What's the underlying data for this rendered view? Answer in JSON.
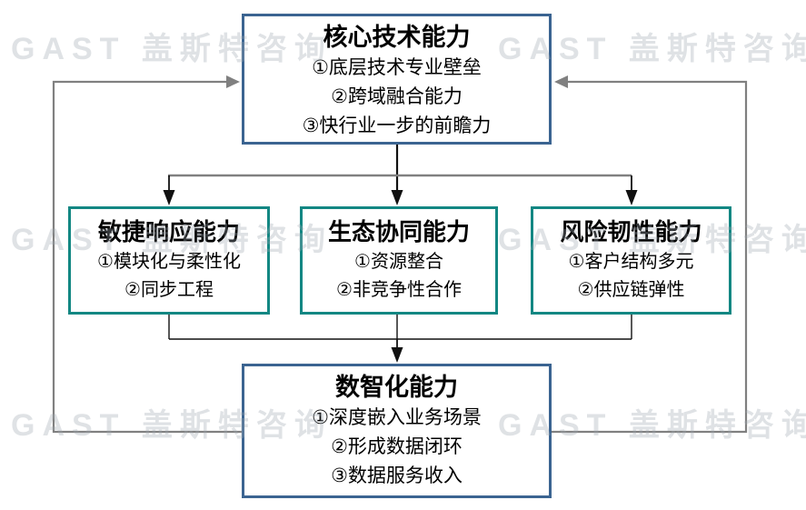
{
  "watermark": {
    "text": "GAST 盖斯特咨询"
  },
  "colors": {
    "box_blue_border": "#3B6491",
    "box_teal_border": "#138783",
    "connector_gray": "#808080",
    "connector_black": "#111111"
  },
  "boxes": {
    "core_tech": {
      "title": "核心技术能力",
      "items": [
        "①底层技术专业壁垒",
        "②跨域融合能力",
        "③快行业一步的前瞻力"
      ]
    },
    "agile_response": {
      "title": "敏捷响应能力",
      "items": [
        "①模块化与柔性化",
        "②同步工程"
      ]
    },
    "eco_synergy": {
      "title": "生态协同能力",
      "items": [
        "①资源整合",
        "②非竞争性合作"
      ]
    },
    "risk_resilience": {
      "title": "风险韧性能力",
      "items": [
        "①客户结构多元",
        "②供应链弹性"
      ]
    },
    "digital_intelligence": {
      "title": "数智化能力",
      "items": [
        "①深度嵌入业务场景",
        "②形成数据闭环",
        "③数据服务收入"
      ]
    }
  }
}
